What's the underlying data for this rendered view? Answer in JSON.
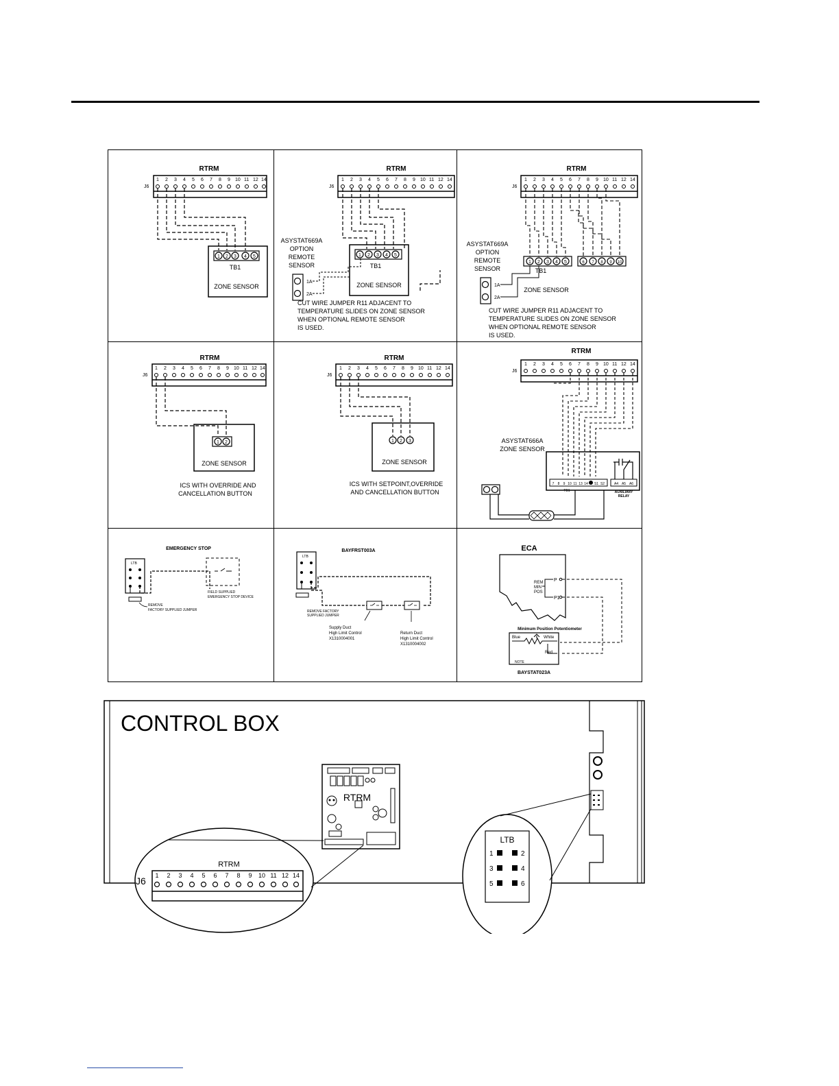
{
  "rtrm": {
    "label": "RTRM",
    "connector": "J6",
    "pins": [
      "1",
      "2",
      "3",
      "4",
      "5",
      "6",
      "7",
      "8",
      "9",
      "10",
      "11",
      "12",
      "14"
    ]
  },
  "panels": {
    "p1": {
      "terminals": [
        "1",
        "2",
        "3",
        "4",
        "5"
      ],
      "tb": "TB1",
      "box_label": "ZONE SENSOR"
    },
    "p2": {
      "sensor_lines": [
        "ASYSTAT669A",
        "OPTION",
        "REMOTE",
        "SENSOR"
      ],
      "terminals": [
        "1",
        "2",
        "3",
        "4",
        "5"
      ],
      "tb": "TB1",
      "box_label": "ZONE SENSOR",
      "remote_terms": [
        "1A",
        "2A"
      ],
      "note_lines": [
        "CUT WIRE JUMPER R11 ADJACENT TO",
        "TEMPERATURE SLIDES ON ZONE SENSOR",
        "WHEN OPTIONAL REMOTE SENSOR",
        "IS USED."
      ]
    },
    "p3": {
      "sensor_lines": [
        "ASYSTAT669A",
        "OPTION",
        "REMOTE",
        "SENSOR"
      ],
      "terminals": [
        "1",
        "2",
        "3",
        "4",
        "5"
      ],
      "terminals_b": [
        "6",
        "7",
        "8",
        "9",
        "10"
      ],
      "tb": "TB1",
      "box_label": "ZONE SENSOR",
      "remote_terms": [
        "1A",
        "2A"
      ],
      "note_lines": [
        "CUT WIRE JUMPER R11 ADJACENT TO",
        "TEMPERATURE SLIDES ON ZONE SENSOR",
        "WHEN OPTIONAL REMOTE SENSOR",
        "IS USED."
      ]
    },
    "p4": {
      "terminals": [
        "1",
        "2"
      ],
      "box_label": "ZONE SENSOR",
      "caption_lines": [
        "ICS WITH OVERRIDE AND",
        "CANCELLATION BUTTON"
      ]
    },
    "p5": {
      "terminals": [
        "1",
        "2",
        "3"
      ],
      "box_label": "ZONE SENSOR",
      "caption_lines": [
        "ICS WITH SETPOINT,OVERRIDE",
        "AND CANCELLATION BUTTON"
      ]
    },
    "p6": {
      "sensor_lines": [
        "ASYSTAT666A",
        "ZONE SENSOR"
      ],
      "tb_terms": [
        "7",
        "8",
        "9",
        "10",
        "11",
        "13",
        "14",
        "",
        "S1",
        "S2"
      ],
      "tb": "TB1",
      "relay_terms": [
        "A4",
        "A5",
        "A6"
      ],
      "relay_lines": [
        "AUXILIARY",
        "RELAY"
      ]
    },
    "p7": {
      "title": "EMERGENCY STOP",
      "ltb": "LTB",
      "field_lines": [
        "FIELD SUPPLIED",
        "EMERGENCY STOP DEVICE"
      ],
      "remove_lines": [
        "REMOVE",
        "FACTORY SUPPLIED JUMPER"
      ]
    },
    "p8": {
      "title": "BAYFRST003A",
      "ltb": "LTB",
      "remove_lines": [
        "REMOVE FACTORY",
        "SUPPLIED JUMPER"
      ],
      "supply_lines": [
        "Supply Duct",
        "High Limit Control",
        "X1310004001"
      ],
      "return_lines": [
        "Return Duct",
        "High Limit Control",
        "X1310004002"
      ]
    },
    "p9": {
      "title": "ECA",
      "rem_lines": [
        "REM",
        "MIN",
        "POS"
      ],
      "p": "P",
      "p1": "P1",
      "pot_label": "Minimum Position Potentiometer",
      "blue": "Blue",
      "white": "White",
      "red": "Red",
      "note": "NOTE",
      "part": "BAYSTAT023A"
    }
  },
  "control_box": {
    "title": "CONTROL BOX",
    "board_label": "RTRM",
    "ltb": {
      "label": "LTB",
      "pins": [
        "1",
        "2",
        "3",
        "4",
        "5",
        "6"
      ]
    }
  }
}
